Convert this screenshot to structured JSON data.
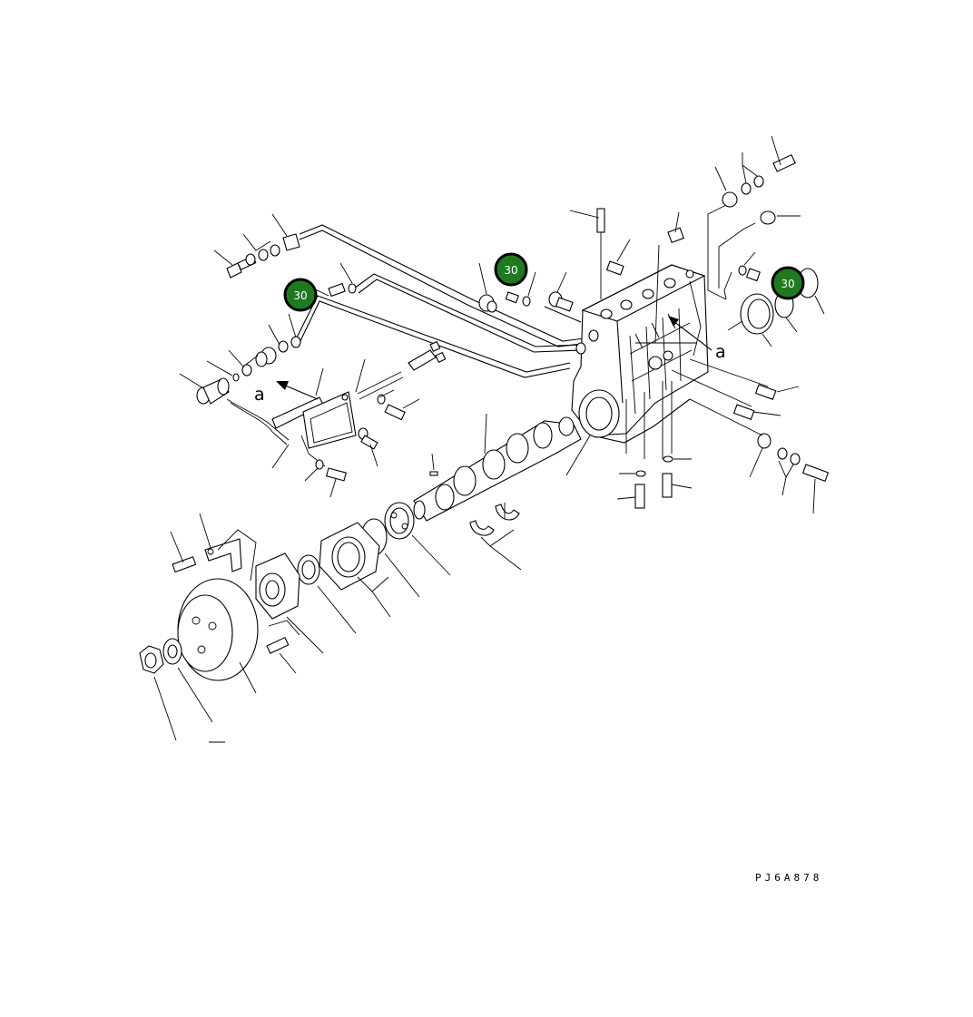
{
  "diagram": {
    "drawing_code": "PJ6A878",
    "view_label": "a",
    "callout_color": "#1f7a1f",
    "callouts": [
      {
        "id": "callout-1",
        "label": "30"
      },
      {
        "id": "callout-2",
        "label": "30"
      },
      {
        "id": "callout-3",
        "label": "30"
      }
    ]
  }
}
